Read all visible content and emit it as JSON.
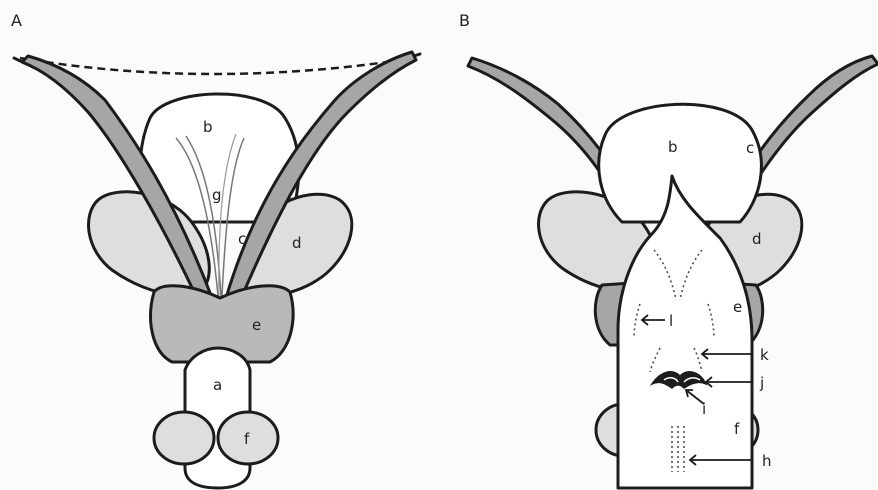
{
  "panels": {
    "A": {
      "title": "A",
      "labels": {
        "a": "a",
        "b": "b",
        "c": "c",
        "d": "d",
        "e": "e",
        "f": "f",
        "g": "g"
      }
    },
    "B": {
      "title": "B",
      "labels": {
        "b": "b",
        "c": "c",
        "d": "d",
        "e": "e",
        "f": "f",
        "h": "h",
        "i": "i",
        "j": "j",
        "k": "k",
        "l": "l"
      }
    }
  },
  "colors": {
    "outline": "#1c1c1c",
    "white_part": "#ffffff",
    "light_gray": "#dedede",
    "mid_gray": "#b9b9b9",
    "dark_gray": "#a6a6a6",
    "background": "#fbfbfb"
  }
}
